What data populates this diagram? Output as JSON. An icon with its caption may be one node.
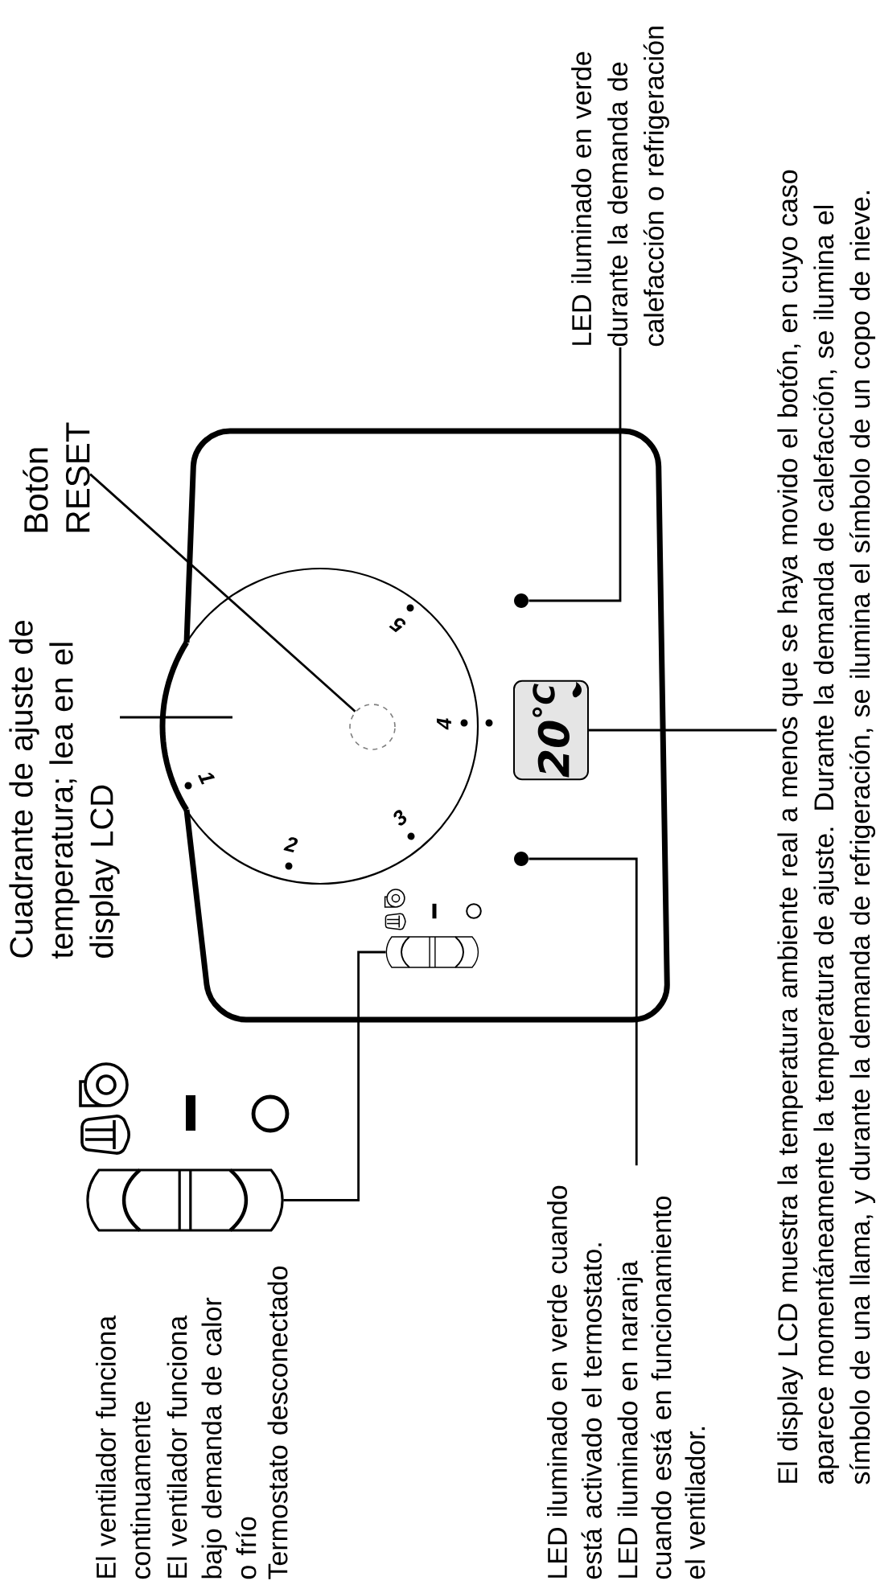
{
  "diagram": {
    "nodes": [
      {
        "text": [
          "Botón RESET"
        ]
      },
      {
        "text": [
          "Cuadrante de ajuste de temperatura; lea en el display LCD"
        ]
      },
      {
        "text": [
          "LED iluminado en verde durante la demanda de calefacción o refrigeración"
        ]
      },
      {
        "text": [],
        "shape": "circle"
      },
      {
        "text": [],
        "shape": "circle",
        "in": 3
      },
      {
        "text": [],
        "shape": "circle"
      },
      {
        "text": [
          "20$^{°C}$"
        ]
      },
      {
        "text": [],
        "shape": "circle"
      },
      {
        "text": [],
        "shape": "box"
      },
      {
        "text": [],
        "shape": "box"
      },
      {
        "text": [
          "El display LCD muestra la temperatura ambiente real a menos que se haya movido el botón, en cuyo caso aparece momentáneamente la temperatura de ajuste. Durante la demanda de calefacción, se ilumina el símbolo de una llama, y durante la demanda de refrigeración, se ilumina el símbolo de un copo de nieve."
        ]
      },
      {
        "text": [
          "LED iluminado en naranja cuando está en funcionamiento el ventilador."
        ]
      }
    ],
    "edges": [
      {
        "from": 0,
        "to": 4,
        "arrow": "none"
      },
      {
        "from": 1,
        "to": 3,
        "arrow": "none"
      },
      {
        "from": 2,
        "to": 5,
        "arrow": "none"
      },
      {
        "from": 6,
        "to": 10,
        "arrow": "none"
      },
      {
        "from": 8,
        "to": 9,
        "arrow": "none"
      },
      {
        "from": 11,
        "to": 7,
        "arrow": "none"
      }
    ],
    "labels": [
      "1",
      "2",
      "3",
      "4",
      "5",
      "El ventilador funciona continuamente",
      "El ventilador funciona bajo demanda de calor o frío",
      "Termostato desconectado",
      "LED iluminado en verde cuando está activado el termostato."
    ]
  }
}
